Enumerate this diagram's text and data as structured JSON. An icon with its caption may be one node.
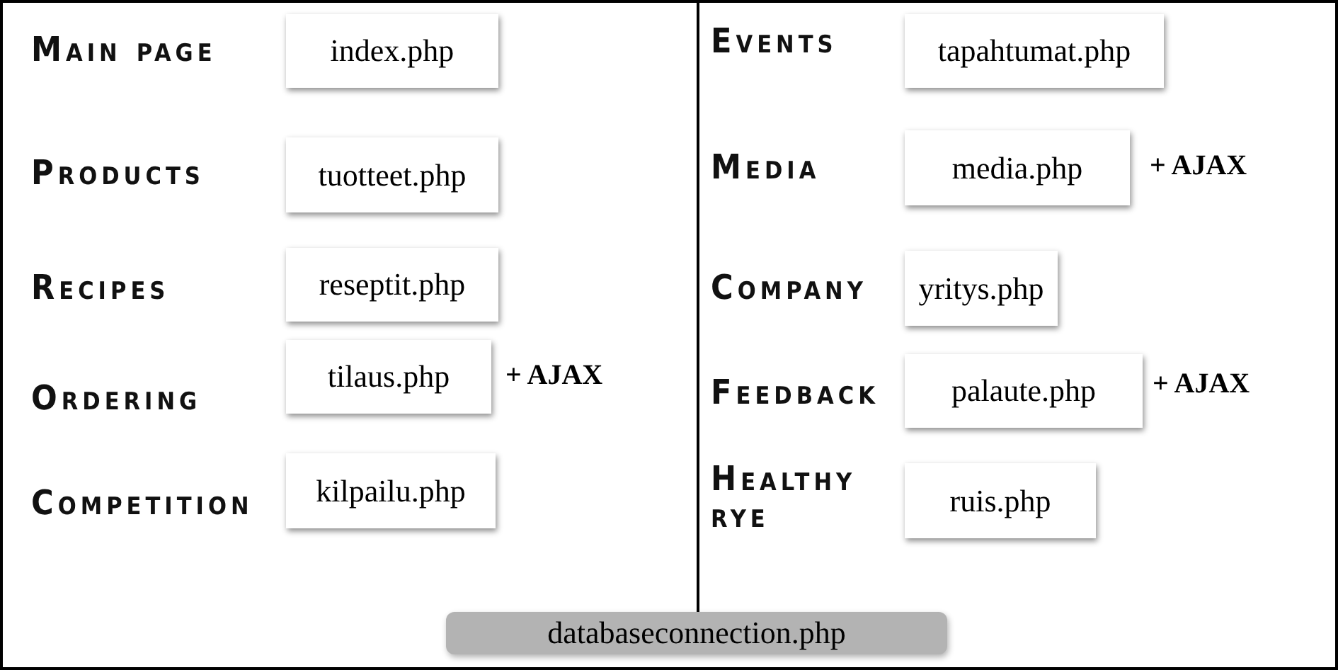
{
  "diagram": {
    "nodes": [
      {
        "text": [
          "index.php"
        ],
        "beside": [
          "Main page"
        ]
      },
      {
        "text": [
          "tapahtumat.php"
        ],
        "beside": [
          "Events"
        ]
      },
      {
        "text": [
          "tuotteet.php"
        ],
        "beside": [
          "Products"
        ]
      },
      {
        "text": [
          "media.php"
        ],
        "beside": [
          "Media",
          "+ AJAX"
        ]
      },
      {
        "text": [
          "reseptit.php"
        ],
        "beside": [
          "Recipes"
        ]
      },
      {
        "text": [
          "yritys.php"
        ],
        "beside": [
          "Company"
        ]
      },
      {
        "text": [
          "tilaus.php"
        ],
        "beside": [
          "Ordering",
          "+ AJAX"
        ]
      },
      {
        "text": [
          "palaute.php"
        ],
        "beside": [
          "Feedback",
          "+ AJAX"
        ]
      },
      {
        "text": [
          "kilpailu.php"
        ],
        "beside": [
          "Competition"
        ]
      },
      {
        "text": [
          "ruis.php"
        ],
        "beside": [
          "Healthy rye"
        ]
      },
      {
        "text": [
          "databaseconnection.php"
        ]
      }
    ]
  }
}
